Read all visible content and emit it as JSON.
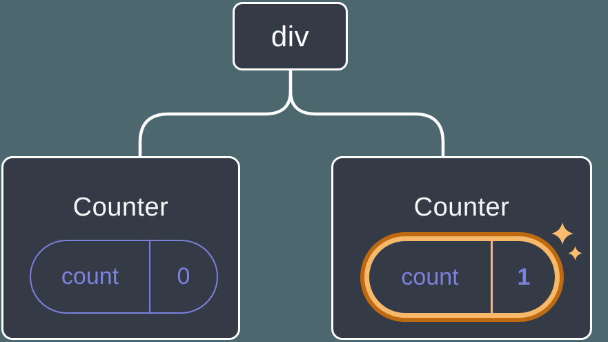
{
  "diagram": {
    "description": "Component tree: a div root with two Counter children showing state pills",
    "root": {
      "label": "div"
    },
    "children": [
      {
        "title": "Counter",
        "state": {
          "key": "count",
          "value": "0"
        },
        "highlighted": false
      },
      {
        "title": "Counter",
        "state": {
          "key": "count",
          "value": "1"
        },
        "highlighted": true
      }
    ]
  },
  "icons": {
    "sparkle_large": "four-point-star",
    "sparkle_small": "four-point-star"
  },
  "colors": {
    "bg": "#4C676E",
    "node_fill": "#343A46",
    "node_border": "#FFFFFF",
    "title_color": "#F6F7F9",
    "purple": "#7C82DB",
    "orange_dark": "#BE6A11",
    "orange_light": "#F8B869",
    "sparkle": "#FBBC6E"
  }
}
